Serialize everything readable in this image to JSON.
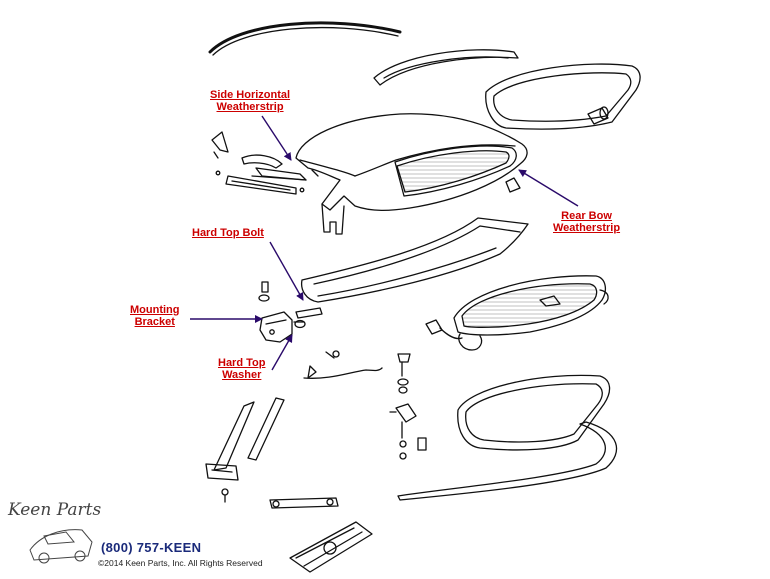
{
  "callouts": {
    "side_horizontal": [
      "Side Horizontal",
      "Weatherstrip"
    ],
    "rear_bow": [
      "Rear Bow",
      "Weatherstrip"
    ],
    "hard_top_bolt": [
      "Hard Top Bolt"
    ],
    "mounting_bracket": [
      "Mounting",
      "Bracket"
    ],
    "hard_top_washer": [
      "Hard Top",
      "Washer"
    ]
  },
  "footer": {
    "logo": "Keen Parts",
    "phone": "(800) 757-KEEN",
    "copyright": "©2014 Keen Parts, Inc. All Rights Reserved"
  },
  "colors": {
    "callout_text": "#cc0000",
    "arrow": "#2a0a6a",
    "line_art": "#111111",
    "phone": "#1a2a7a"
  }
}
